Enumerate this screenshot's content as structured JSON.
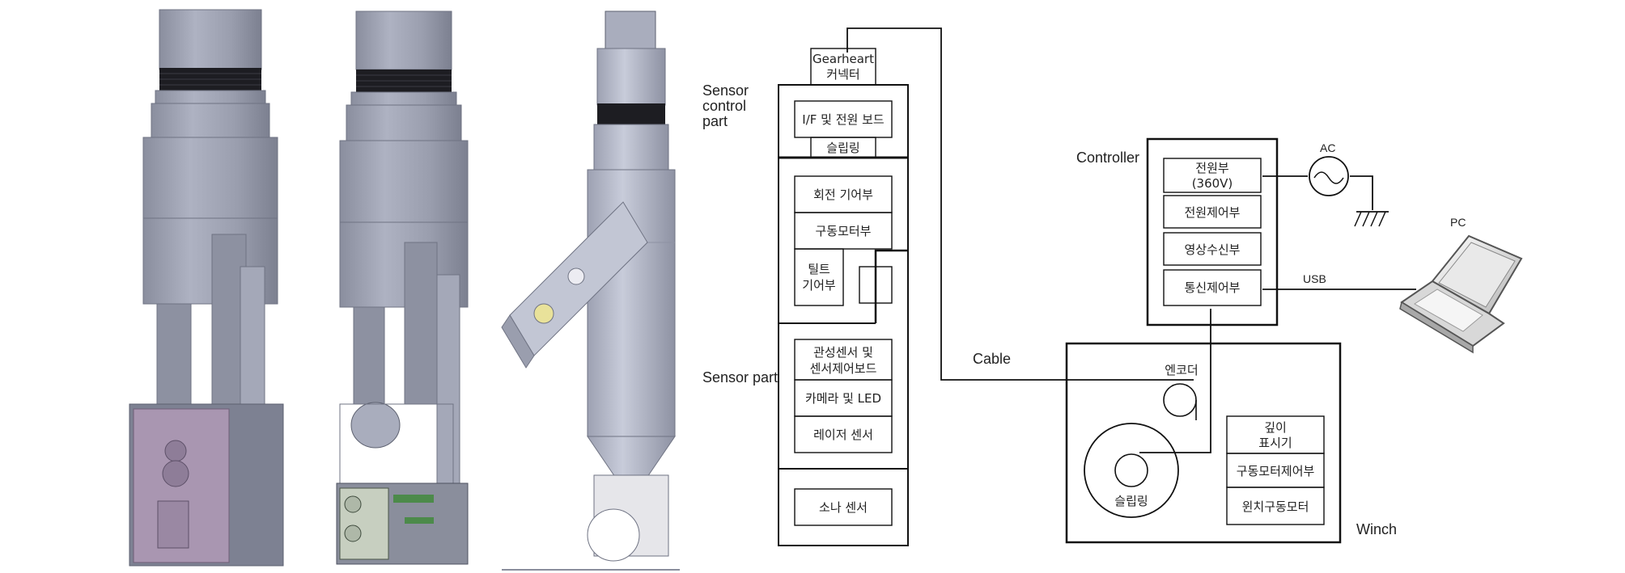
{
  "sensor_control_label": [
    "Sensor",
    "control",
    "part"
  ],
  "sensor_part_label": "Sensor part",
  "controller_label": "Controller",
  "cable_label": "Cable",
  "winch_label": "Winch",
  "ac_label": "AC",
  "pc_label": "PC",
  "usb_label": "USB",
  "gearheart": [
    "Gearheart",
    "커넥터"
  ],
  "if_board": "I/F 및 전원 보드",
  "slipring_top": "슬립링",
  "rotation_gear": "회전 기어부",
  "drive_motor": "구동모터부",
  "tilt_gear": [
    "틸트",
    "기어부"
  ],
  "inertial_sensor": [
    "관성센서 및",
    "센서제어보드"
  ],
  "camera_led": "카메라 및 LED",
  "laser_sensor": "레이저 센서",
  "sonar_sensor": "소나 센서",
  "power_unit": [
    "전원부",
    "(360V)"
  ],
  "power_control": "전원제어부",
  "image_receiver": "영상수신부",
  "comm_control": "통신제어부",
  "encoder": "엔코더",
  "slipring_winch": "슬립링",
  "depth_display": [
    "깊이",
    "표시기"
  ],
  "drive_motor_control": "구동모터제어부",
  "winch_motor": "윈치구동모터"
}
